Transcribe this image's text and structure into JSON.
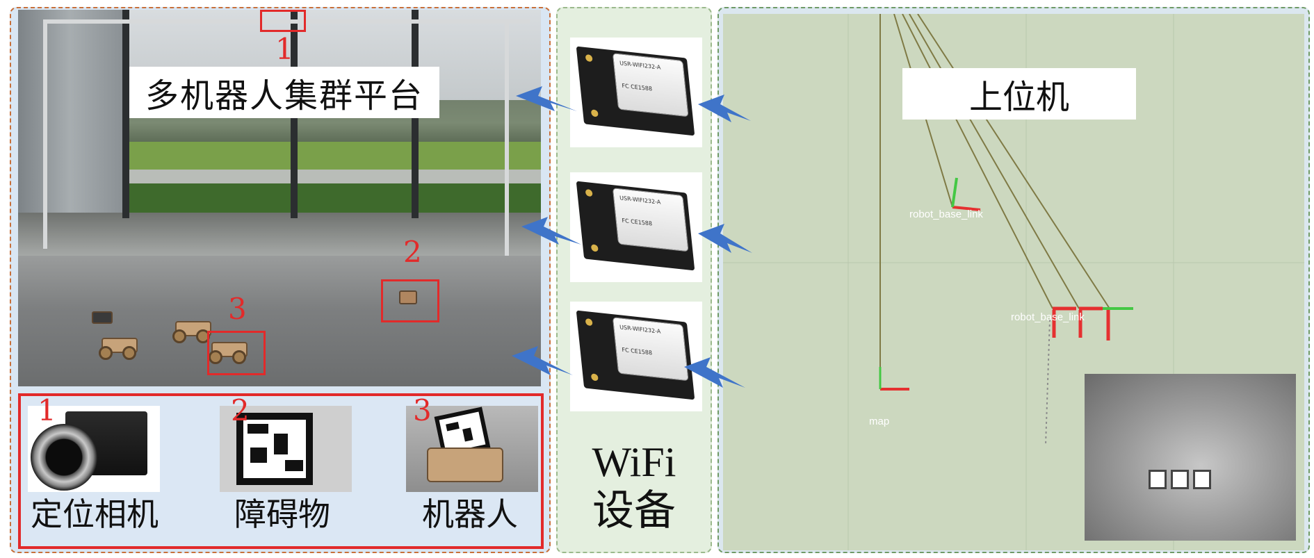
{
  "platform": {
    "title": "多机器人集群平台",
    "markers": [
      "1",
      "2",
      "3"
    ]
  },
  "legend": {
    "items": [
      {
        "number": "1",
        "label": "定位相机"
      },
      {
        "number": "2",
        "label": "障碍物"
      },
      {
        "number": "3",
        "label": "机器人"
      }
    ]
  },
  "wifi": {
    "title_line1": "WiFi",
    "title_line2": "设备"
  },
  "host": {
    "title": "上位机",
    "frame_labels": {
      "robot_top": "robot_base_link",
      "robot_row": "robot_base_link",
      "map": "map"
    }
  },
  "colors": {
    "marker_red": "#e22a2a",
    "arrow_blue": "#3f74c9",
    "left_border": "#c8703a",
    "right_border": "#6f9a66"
  }
}
